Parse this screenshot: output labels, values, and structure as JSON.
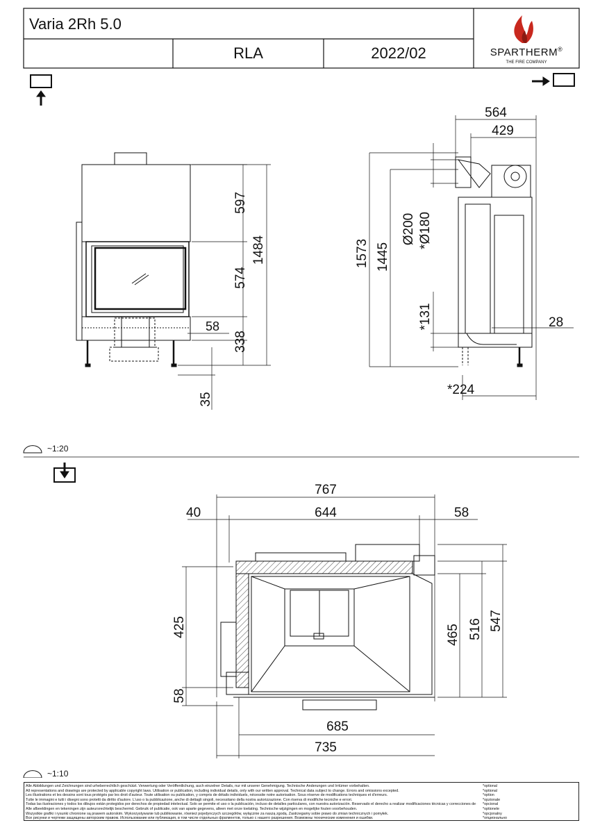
{
  "header": {
    "model": "Varia 2Rh 5.0",
    "code": "RLA",
    "date": "2022/02",
    "brand": "SPARTHERM",
    "brand_mark": "®",
    "brand_tagline": "THE FIRE COMPANY"
  },
  "views": {
    "front": {
      "dims": {
        "d597": "597",
        "d574": "574",
        "d1484": "1484",
        "d58": "58",
        "d338": "338",
        "d35": "35"
      }
    },
    "side": {
      "dims": {
        "d564": "564",
        "d429": "429",
        "d1573": "1573",
        "d1445": "1445",
        "d200": "Ø200",
        "d180": "*Ø180",
        "d131": "*131",
        "d28": "28",
        "d224": "*224"
      }
    },
    "scale_top": "~1:20",
    "plan": {
      "dims": {
        "d767": "767",
        "d40": "40",
        "d644": "644",
        "d58a": "58",
        "d425": "425",
        "d58b": "58",
        "d465": "465",
        "d516": "516",
        "d547": "547",
        "d685": "685",
        "d735": "735"
      }
    },
    "scale_bottom": "~1:10"
  },
  "footer": {
    "left_lines": [
      "Alle Abbildungen und Zeichnungen sind urheberrechtlich geschützt. Verwertung oder Veröffentlichung, auch einzelner Details, nur mit unserer Genehmigung. Technische Änderungen und Irrtümer vorbehalten.",
      "All representations and drawings are protected by applicable copyright laws. Utilisation or publication, including individual details, only with our written approval. Technical data subject to change. Errors and omissions excepted.",
      "Les illustrations et les dessins sont tous protégés par les droit d'auteur. Toute utilisation ou publication, y compris de détails individuels, nécessite notre autorisation. Sous réserve de modifications techniques et d'erreurs.",
      "Tutte le immagini e tutti i disegni sono protetti da diritto d'autore. L'uso o la pubblicazione, anche di dettagli singoli, necessitano della nostra autorizzazione. Con riserva di modifiche tecniche e errori.",
      "Todas las ilustraciones y todos los dibujos están protegidos por derechos de propiedad intelectual. Solo se permite el uso o la publicación, incluso de detalles particulares, con nuestra autorización. Reservado el derecho a realizar modificaciones técnicas y correcciones de errores.",
      "Alle afbeeldingen en tekeningen zijn auteursrechtelijk beschermd. Gebruik of publicatie, ook van aparte gegevens, alleen met onze toelating. Technische wijzigingen en mogelijke fouten voorbehouden.",
      "Wszystkie grafiki i rysunki chronione są prawem autorskim. Wykorzystywanie lub publikowanie, również pojedynczych szczegółów, wyłącznie za naszą zgodą. Zastrzegamy sobie prawo do zmian technicznych i pomyłek.",
      "Все рисунки и чертежи защищены авторским правом. Использование или публикация, в том числе отдельных фрагментов, только с нашего разрешения. Возможны технические изменения и ошибки."
    ],
    "right_lines": [
      "*optional",
      "*optional",
      "*option",
      "*opzionale",
      "*opcional",
      "*optionele",
      "*opcjonalny",
      "*опционально"
    ]
  },
  "colors": {
    "flame_red": "#c8281e",
    "flame_dark": "#8b1a12",
    "line": "#111111"
  }
}
